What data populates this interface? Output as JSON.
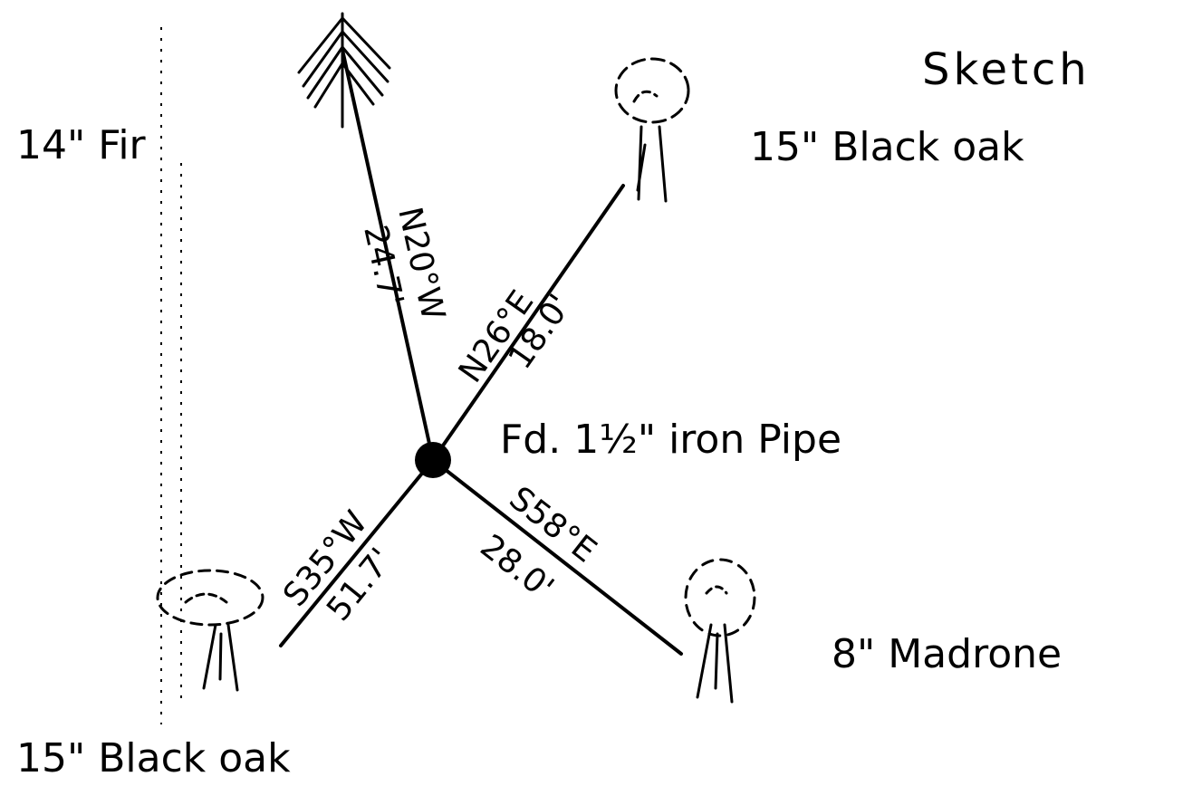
{
  "title": "Sketch",
  "center": {
    "label": "Fd. 1½\" iron Pipe"
  },
  "trees": {
    "fir": {
      "label": "14\" Fir"
    },
    "oak_ne": {
      "label": "15\" Black oak"
    },
    "madrone": {
      "label": "8\" Madrone"
    },
    "oak_sw": {
      "label": "15\" Black oak"
    }
  },
  "bearings": {
    "fir": {
      "bearing": "N20°W",
      "distance": "24.7'"
    },
    "oak_ne": {
      "bearing": "N26°E",
      "distance": "18.0'"
    },
    "madrone": {
      "bearing": "S58°E",
      "distance": "28.0'"
    },
    "oak_sw": {
      "bearing": "S35°W",
      "distance": "51.7'"
    }
  }
}
